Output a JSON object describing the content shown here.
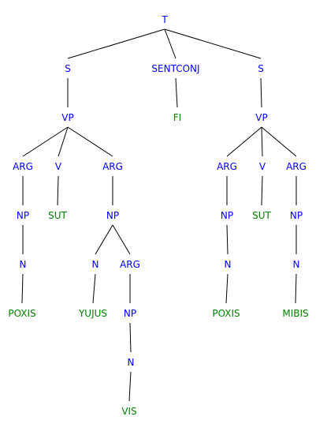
{
  "colors": {
    "nonterminal": "#0000ff",
    "terminal": "#008000",
    "edge": "#000000"
  },
  "tree": {
    "nodes": [
      {
        "id": "t",
        "label": "T",
        "kind": "nonterminal"
      },
      {
        "id": "s1",
        "label": "S",
        "kind": "nonterminal"
      },
      {
        "id": "sentconj",
        "label": "SENTCONJ",
        "kind": "nonterminal"
      },
      {
        "id": "s2",
        "label": "S",
        "kind": "nonterminal"
      },
      {
        "id": "vp1",
        "label": "VP",
        "kind": "nonterminal"
      },
      {
        "id": "fi",
        "label": "FI",
        "kind": "terminal"
      },
      {
        "id": "vp2",
        "label": "VP",
        "kind": "nonterminal"
      },
      {
        "id": "arg1",
        "label": "ARG",
        "kind": "nonterminal"
      },
      {
        "id": "v1",
        "label": "V",
        "kind": "nonterminal"
      },
      {
        "id": "arg2",
        "label": "ARG",
        "kind": "nonterminal"
      },
      {
        "id": "arg3",
        "label": "ARG",
        "kind": "nonterminal"
      },
      {
        "id": "v2",
        "label": "V",
        "kind": "nonterminal"
      },
      {
        "id": "arg4",
        "label": "ARG",
        "kind": "nonterminal"
      },
      {
        "id": "np1",
        "label": "NP",
        "kind": "nonterminal"
      },
      {
        "id": "sut1",
        "label": "SUT",
        "kind": "terminal"
      },
      {
        "id": "np2",
        "label": "NP",
        "kind": "nonterminal"
      },
      {
        "id": "np3",
        "label": "NP",
        "kind": "nonterminal"
      },
      {
        "id": "sut2",
        "label": "SUT",
        "kind": "terminal"
      },
      {
        "id": "np4",
        "label": "NP",
        "kind": "nonterminal"
      },
      {
        "id": "n1",
        "label": "N",
        "kind": "nonterminal"
      },
      {
        "id": "n2",
        "label": "N",
        "kind": "nonterminal"
      },
      {
        "id": "arg5",
        "label": "ARG",
        "kind": "nonterminal"
      },
      {
        "id": "n3",
        "label": "N",
        "kind": "nonterminal"
      },
      {
        "id": "n4",
        "label": "N",
        "kind": "nonterminal"
      },
      {
        "id": "poxis1",
        "label": "POXIS",
        "kind": "terminal"
      },
      {
        "id": "yujus",
        "label": "YUJUS",
        "kind": "terminal"
      },
      {
        "id": "np5",
        "label": "NP",
        "kind": "nonterminal"
      },
      {
        "id": "poxis2",
        "label": "POXIS",
        "kind": "terminal"
      },
      {
        "id": "mibis",
        "label": "MIBIS",
        "kind": "terminal"
      },
      {
        "id": "n5",
        "label": "N",
        "kind": "nonterminal"
      },
      {
        "id": "vis",
        "label": "VIS",
        "kind": "terminal"
      }
    ],
    "edges": [
      [
        "t",
        "s1"
      ],
      [
        "t",
        "sentconj"
      ],
      [
        "t",
        "s2"
      ],
      [
        "s1",
        "vp1"
      ],
      [
        "sentconj",
        "fi"
      ],
      [
        "s2",
        "vp2"
      ],
      [
        "vp1",
        "arg1"
      ],
      [
        "vp1",
        "v1"
      ],
      [
        "vp1",
        "arg2"
      ],
      [
        "vp2",
        "arg3"
      ],
      [
        "vp2",
        "v2"
      ],
      [
        "vp2",
        "arg4"
      ],
      [
        "arg1",
        "np1"
      ],
      [
        "v1",
        "sut1"
      ],
      [
        "arg2",
        "np2"
      ],
      [
        "arg3",
        "np3"
      ],
      [
        "v2",
        "sut2"
      ],
      [
        "arg4",
        "np4"
      ],
      [
        "np1",
        "n1"
      ],
      [
        "np2",
        "n2"
      ],
      [
        "np2",
        "arg5"
      ],
      [
        "np3",
        "n3"
      ],
      [
        "np4",
        "n4"
      ],
      [
        "n1",
        "poxis1"
      ],
      [
        "n2",
        "yujus"
      ],
      [
        "arg5",
        "np5"
      ],
      [
        "n3",
        "poxis2"
      ],
      [
        "n4",
        "mibis"
      ],
      [
        "np5",
        "n5"
      ],
      [
        "n5",
        "vis"
      ]
    ]
  }
}
